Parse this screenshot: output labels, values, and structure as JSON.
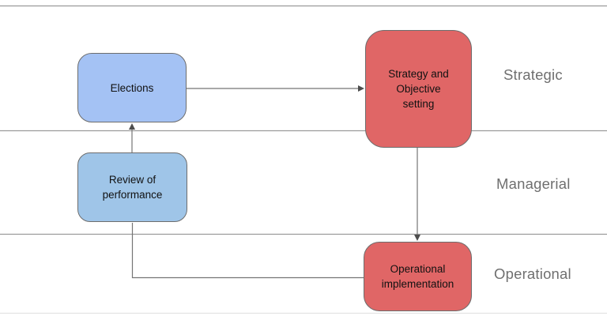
{
  "diagram": {
    "bands": [
      {
        "label": "Strategic"
      },
      {
        "label": "Managerial"
      },
      {
        "label": "Operational"
      }
    ],
    "nodes": [
      {
        "id": "elections",
        "label": "Elections",
        "fill": "#a4c2f4",
        "band": "Strategic"
      },
      {
        "id": "strategy",
        "label": "Strategy and\nObjective\nsetting",
        "fill": "#e06666",
        "band": "Strategic"
      },
      {
        "id": "review",
        "label": "Review of\nperformance",
        "fill": "#9fc5e8",
        "band": "Managerial"
      },
      {
        "id": "operational",
        "label": "Operational\nimplementation",
        "fill": "#e06666",
        "band": "Operational"
      }
    ],
    "edges": [
      {
        "from": "elections",
        "to": "strategy",
        "arrow": true
      },
      {
        "from": "review",
        "to": "elections",
        "arrow": true
      },
      {
        "from": "strategy",
        "to": "operational",
        "arrow": true
      },
      {
        "from": "operational",
        "to": "review",
        "arrow": false
      }
    ],
    "colors": {
      "band_line": "#9b9b9b",
      "bottom_line": "#e3e3e3",
      "connector": "#757575",
      "arrowhead": "#4d4d4d",
      "band_label_text": "#6f6f6f",
      "node_border": "#6d6d6d",
      "node_text": "#111111"
    }
  }
}
